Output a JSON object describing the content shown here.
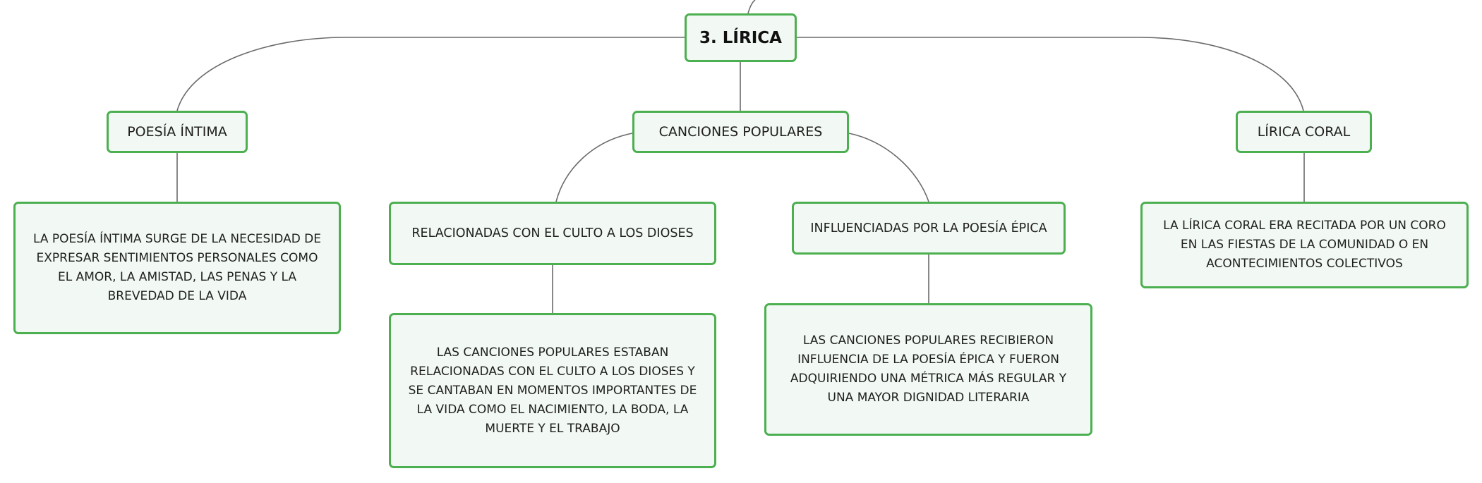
{
  "map": {
    "root": {
      "label": "3. LÍRICA"
    },
    "branches": [
      {
        "label": "POESÍA ÍNTIMA"
      },
      {
        "label": "CANCIONES POPULARES"
      },
      {
        "label": "LÍRICA CORAL"
      }
    ],
    "sub_branches": [
      {
        "label": "RELACIONADAS CON EL CULTO A LOS DIOSES"
      },
      {
        "label": "INFLUENCIADAS POR LA POESÍA ÉPICA"
      }
    ],
    "descriptions": {
      "poesia_intima": "LA POESÍA ÍNTIMA SURGE DE LA NECESIDAD DE\nEXPRESAR SENTIMIENTOS PERSONALES COMO\nEL AMOR, LA AMISTAD, LAS PENAS Y LA\nBREVEDAD DE LA VIDA",
      "culto_dioses": "LAS CANCIONES POPULARES ESTABAN\nRELACIONADAS CON EL CULTO A LOS DIOSES Y\nSE CANTABAN EN MOMENTOS IMPORTANTES DE\nLA VIDA COMO EL NACIMIENTO, LA BODA, LA\nMUERTE Y EL TRABAJO",
      "poesia_epica": "LAS CANCIONES POPULARES RECIBIERON\nINFLUENCIA DE LA POESÍA ÉPICA Y FUERON\nADQUIRIENDO UNA MÉTRICA MÁS REGULAR Y\nUNA MAYOR DIGNIDAD LITERARIA",
      "lirica_coral": "LA LÍRICA CORAL ERA RECITADA POR UN CORO\nEN LAS FIESTAS DE LA COMUNIDAD O EN\nACONTECIMIENTOS COLECTIVOS"
    }
  },
  "colors": {
    "node_border": "#4caf50",
    "node_fill": "#f2f8f3",
    "connector": "#6b6b6b"
  }
}
